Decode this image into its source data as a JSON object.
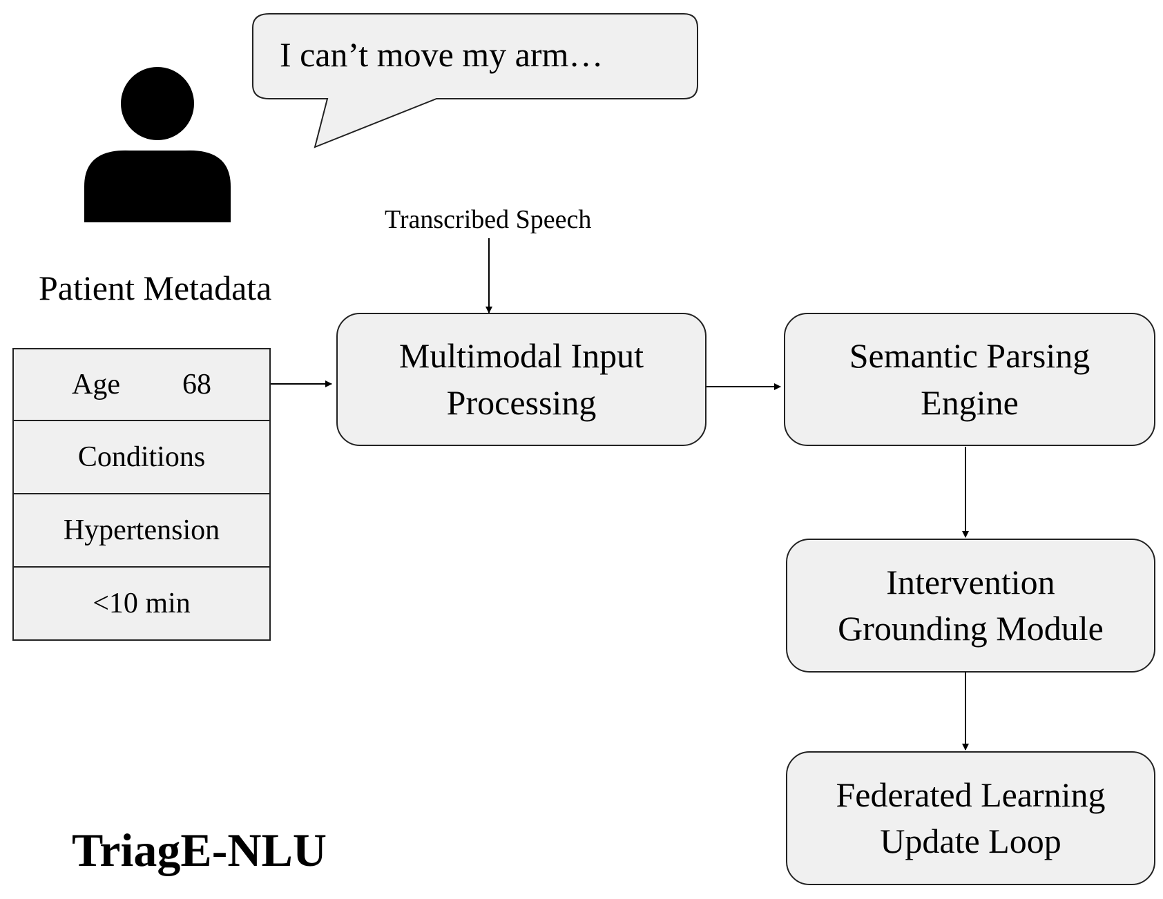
{
  "speech_bubble": {
    "text": "I can’t move my arm…"
  },
  "transcribed_label": "Transcribed Speech",
  "patient": {
    "title": "Patient Metadata",
    "age_label": "Age",
    "age_value": "68",
    "rows": [
      "Conditions",
      "Hypertension",
      "<10 min"
    ]
  },
  "nodes": {
    "multimodal": [
      "Multimodal Input",
      "Processing"
    ],
    "semantic": [
      "Semantic Parsing",
      "Engine"
    ],
    "intervention": [
      "Intervention",
      "Grounding Module"
    ],
    "federated": [
      "Federated Learning",
      "Update Loop"
    ]
  },
  "system_name": "TriagE-NLU",
  "icons": {
    "patient": "person-icon"
  }
}
